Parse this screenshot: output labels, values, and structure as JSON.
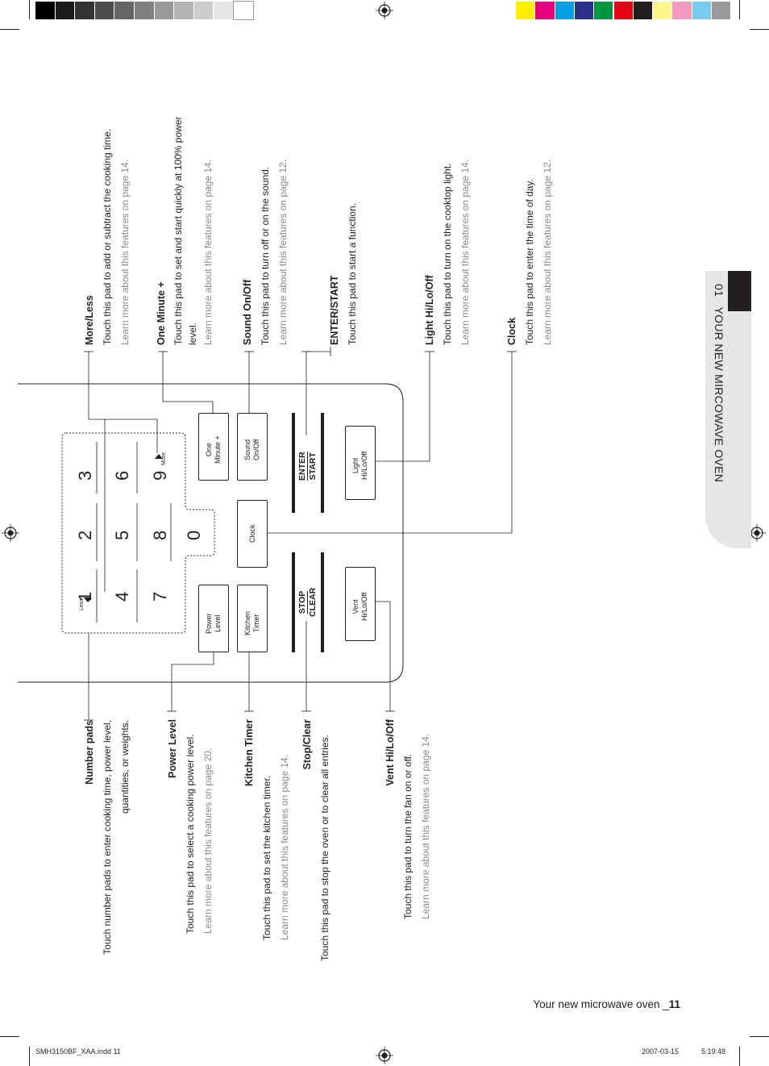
{
  "color_bars": {
    "grays": [
      "#000000",
      "#1c1c1c",
      "#333333",
      "#4d4d4d",
      "#666666",
      "#808080",
      "#999999",
      "#b3b3b3",
      "#cccccc",
      "#e6e6e6",
      "#ffffff"
    ],
    "colors": [
      "#ffed00",
      "#e6007e",
      "#009fe3",
      "#2a3188",
      "#009640",
      "#e30613",
      "#231f20",
      "#fff58c",
      "#f39ac1",
      "#77cbee",
      "#999999"
    ]
  },
  "section_tab": {
    "number": "01",
    "title": "YOUR NEW MIRCOWAVE OVEN"
  },
  "footer": {
    "page_label": "Your new microwave oven _",
    "page_number": "11",
    "file_name": "SMH3150BF_XAA.indd   11",
    "date": "2007-03-15",
    "time": "5:19:48"
  },
  "panel": {
    "digits": [
      "1",
      "2",
      "3",
      "4",
      "5",
      "6",
      "7",
      "8",
      "9",
      "0"
    ],
    "less_label": "Less",
    "more_label": "More",
    "keys": {
      "power_level": [
        "Power",
        "Level"
      ],
      "kitchen_timer": [
        "Kitchen",
        "Timer"
      ],
      "clock": [
        "Clock"
      ],
      "one_minute": [
        "One",
        "Minute +"
      ],
      "sound": [
        "Sound",
        "On/Off"
      ],
      "stop": "STOP",
      "clear": "CLEAR",
      "enter": "ENTER",
      "start": "START",
      "vent": [
        "Vent",
        "Hi/Lo/Off"
      ],
      "light": [
        "Light",
        "Hi/Lo/Off"
      ]
    }
  },
  "callouts_left": [
    {
      "title": "Number pads",
      "desc1": "Touch number pads to enter cooking time, power level,",
      "desc2": "quantities, or weights.",
      "learn": ""
    },
    {
      "title": "Power Level",
      "desc1": "Touch this pad to select a cooking power level.",
      "desc2": "",
      "learn": "Learn more about this features on page 20."
    },
    {
      "title": "Kitchen Timer",
      "desc1": "Touch this pad to set the kitchen timer.",
      "desc2": "",
      "learn": "Learn more about this features on page 14."
    },
    {
      "title": "Stop/Clear",
      "desc1": "Touch this pad to stop the oven or to clear all entries.",
      "desc2": "",
      "learn": ""
    },
    {
      "title": "Vent Hi/Lo/Off",
      "desc1": "Touch this pad to turn the fan on or off.",
      "desc2": "",
      "learn": "Learn more about this features on page 14."
    }
  ],
  "callouts_right": [
    {
      "title": "More/Less",
      "desc1": "Touch this pad to add or subtract the cooking time.",
      "desc2": "",
      "learn": "Learn more about this features on page 14."
    },
    {
      "title": "One Minute +",
      "desc1": "Touch this pad to set and start quickly at 100% power",
      "desc2": "level.",
      "learn": "Learn more about this features on page 14."
    },
    {
      "title": "Sound On/Off",
      "desc1": "Touch this pad to turn off or on the sound.",
      "desc2": "",
      "learn": "Learn more about this features on page 12."
    },
    {
      "title": "ENTER/START",
      "desc1": "Touch this pad to start a function.",
      "desc2": "",
      "learn": ""
    },
    {
      "title": "Light Hi/Lo/Off",
      "desc1": "Touch this pad to turn on the cooktop light.",
      "desc2": "",
      "learn": "Learn more about this features on page 14."
    },
    {
      "title": "Clock",
      "desc1": "Touch this pad to enter the time of day.",
      "desc2": "",
      "learn": "Learn more about this features on page 12."
    }
  ]
}
